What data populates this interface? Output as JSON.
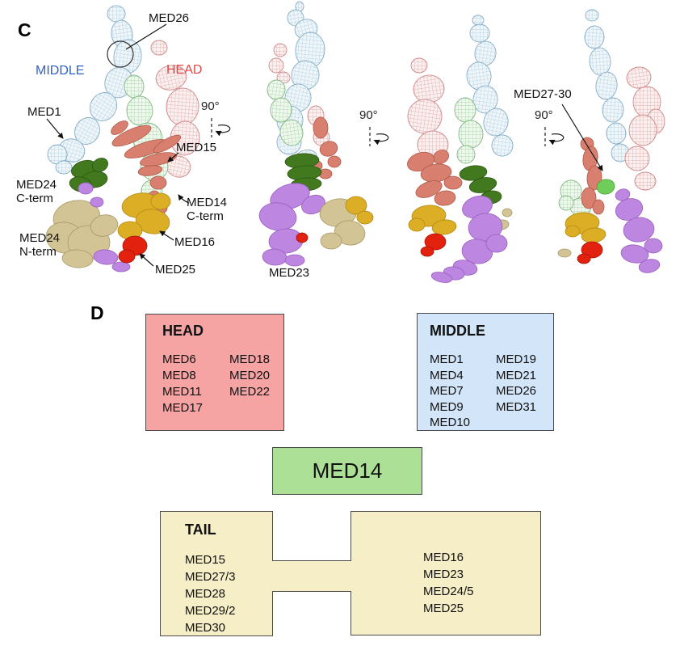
{
  "panels": {
    "c": "C",
    "d": "D"
  },
  "panel_c": {
    "annotations": {
      "med26": "MED26",
      "middle": "MIDDLE",
      "head": "HEAD",
      "med1": "MED1",
      "med15": "MED15",
      "med24_cterm": [
        "MED24",
        "C-term"
      ],
      "med14_cterm": [
        "MED14",
        "C-term"
      ],
      "med24_nterm": [
        "MED24",
        "N-term"
      ],
      "med16": "MED16",
      "med25": "MED25",
      "med23": "MED23",
      "med27_30": "MED27-30",
      "rotations": [
        "90°",
        "90°",
        "90°"
      ]
    },
    "colors": {
      "middle_label": "#2f62c8",
      "head_label": "#e04848",
      "middle_mesh": "#8fb9d2",
      "head_mesh": "#d98f8f",
      "med14_mesh": "#8fc48f",
      "med15_density": "#d87f6f",
      "med24_cterm_density": "#42791f",
      "med24_nterm_density": "#d2c494",
      "med16_density": "#dcae25",
      "med25_density": "#e3210f",
      "med23_density": "#bd86e0"
    }
  },
  "panel_d": {
    "head_box": {
      "title": "HEAD",
      "fill": "#f5a3a3",
      "col1": [
        "MED6",
        "MED8",
        "MED11",
        "MED17"
      ],
      "col2": [
        "MED18",
        "MED20",
        "MED22"
      ]
    },
    "middle_box": {
      "title": "MIDDLE",
      "fill": "#d3e5f8",
      "col1": [
        "MED1",
        "MED4",
        "MED7",
        "MED9",
        "MED10"
      ],
      "col2": [
        "MED19",
        "MED21",
        "MED26",
        "MED31"
      ]
    },
    "med14_box": {
      "label": "MED14",
      "fill": "#ace096"
    },
    "tail_box": {
      "title": "TAIL",
      "fill": "#f6eec6",
      "left_items": [
        "MED15",
        "MED27/3",
        "MED28",
        "MED29/2",
        "MED30"
      ],
      "right_items": [
        "MED16",
        "MED23",
        "MED24/5",
        "MED25"
      ]
    }
  }
}
